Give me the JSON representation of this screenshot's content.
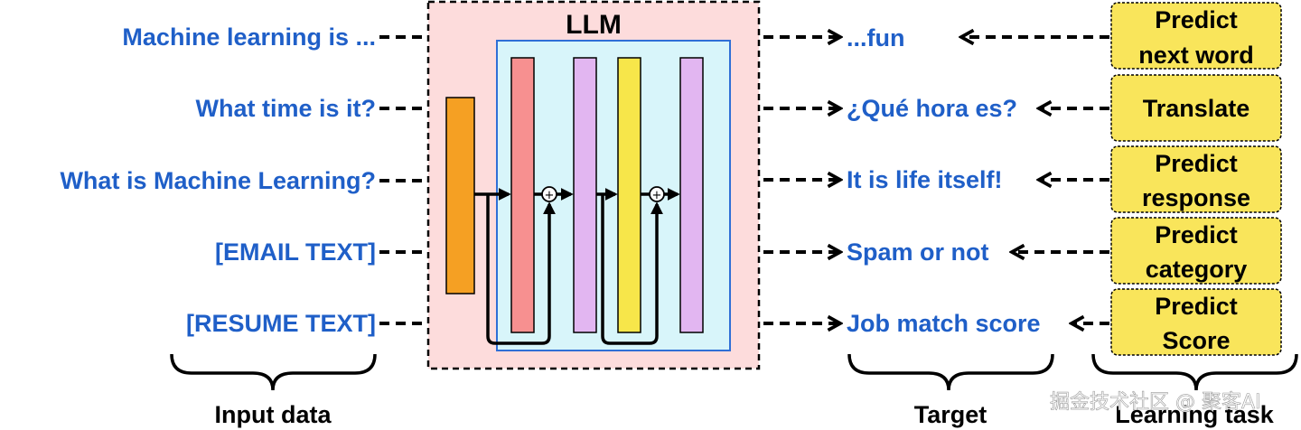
{
  "llm_label": "LLM",
  "inputs": [
    "Machine learning is ...",
    "What time is it?",
    "What is Machine Learning?",
    "[EMAIL TEXT]",
    "[RESUME TEXT]"
  ],
  "targets": [
    "...fun",
    "¿Qué hora es?",
    "It is life itself!",
    "Spam or not",
    "Job match score"
  ],
  "tasks": [
    [
      "Predict",
      "next word"
    ],
    [
      "Translate"
    ],
    [
      "Predict",
      "response"
    ],
    [
      "Predict",
      "category"
    ],
    [
      "Predict",
      "Score"
    ]
  ],
  "captions": {
    "input": "Input data",
    "target": "Target",
    "task": "Learning task"
  },
  "watermark": "掘金技术社区 @ 聚客AI",
  "colors": {
    "text_blue": "#1f5fc8",
    "llm_box_fill": "#fddcdc",
    "inner_box_fill": "#d8f5fa",
    "inner_box_border": "#2f6fd6",
    "task_fill": "#f9e55b",
    "block_orange": "#f5a023",
    "block_red": "#f79090",
    "block_violet": "#e2b6f1",
    "block_yellow": "#f7e64a"
  }
}
